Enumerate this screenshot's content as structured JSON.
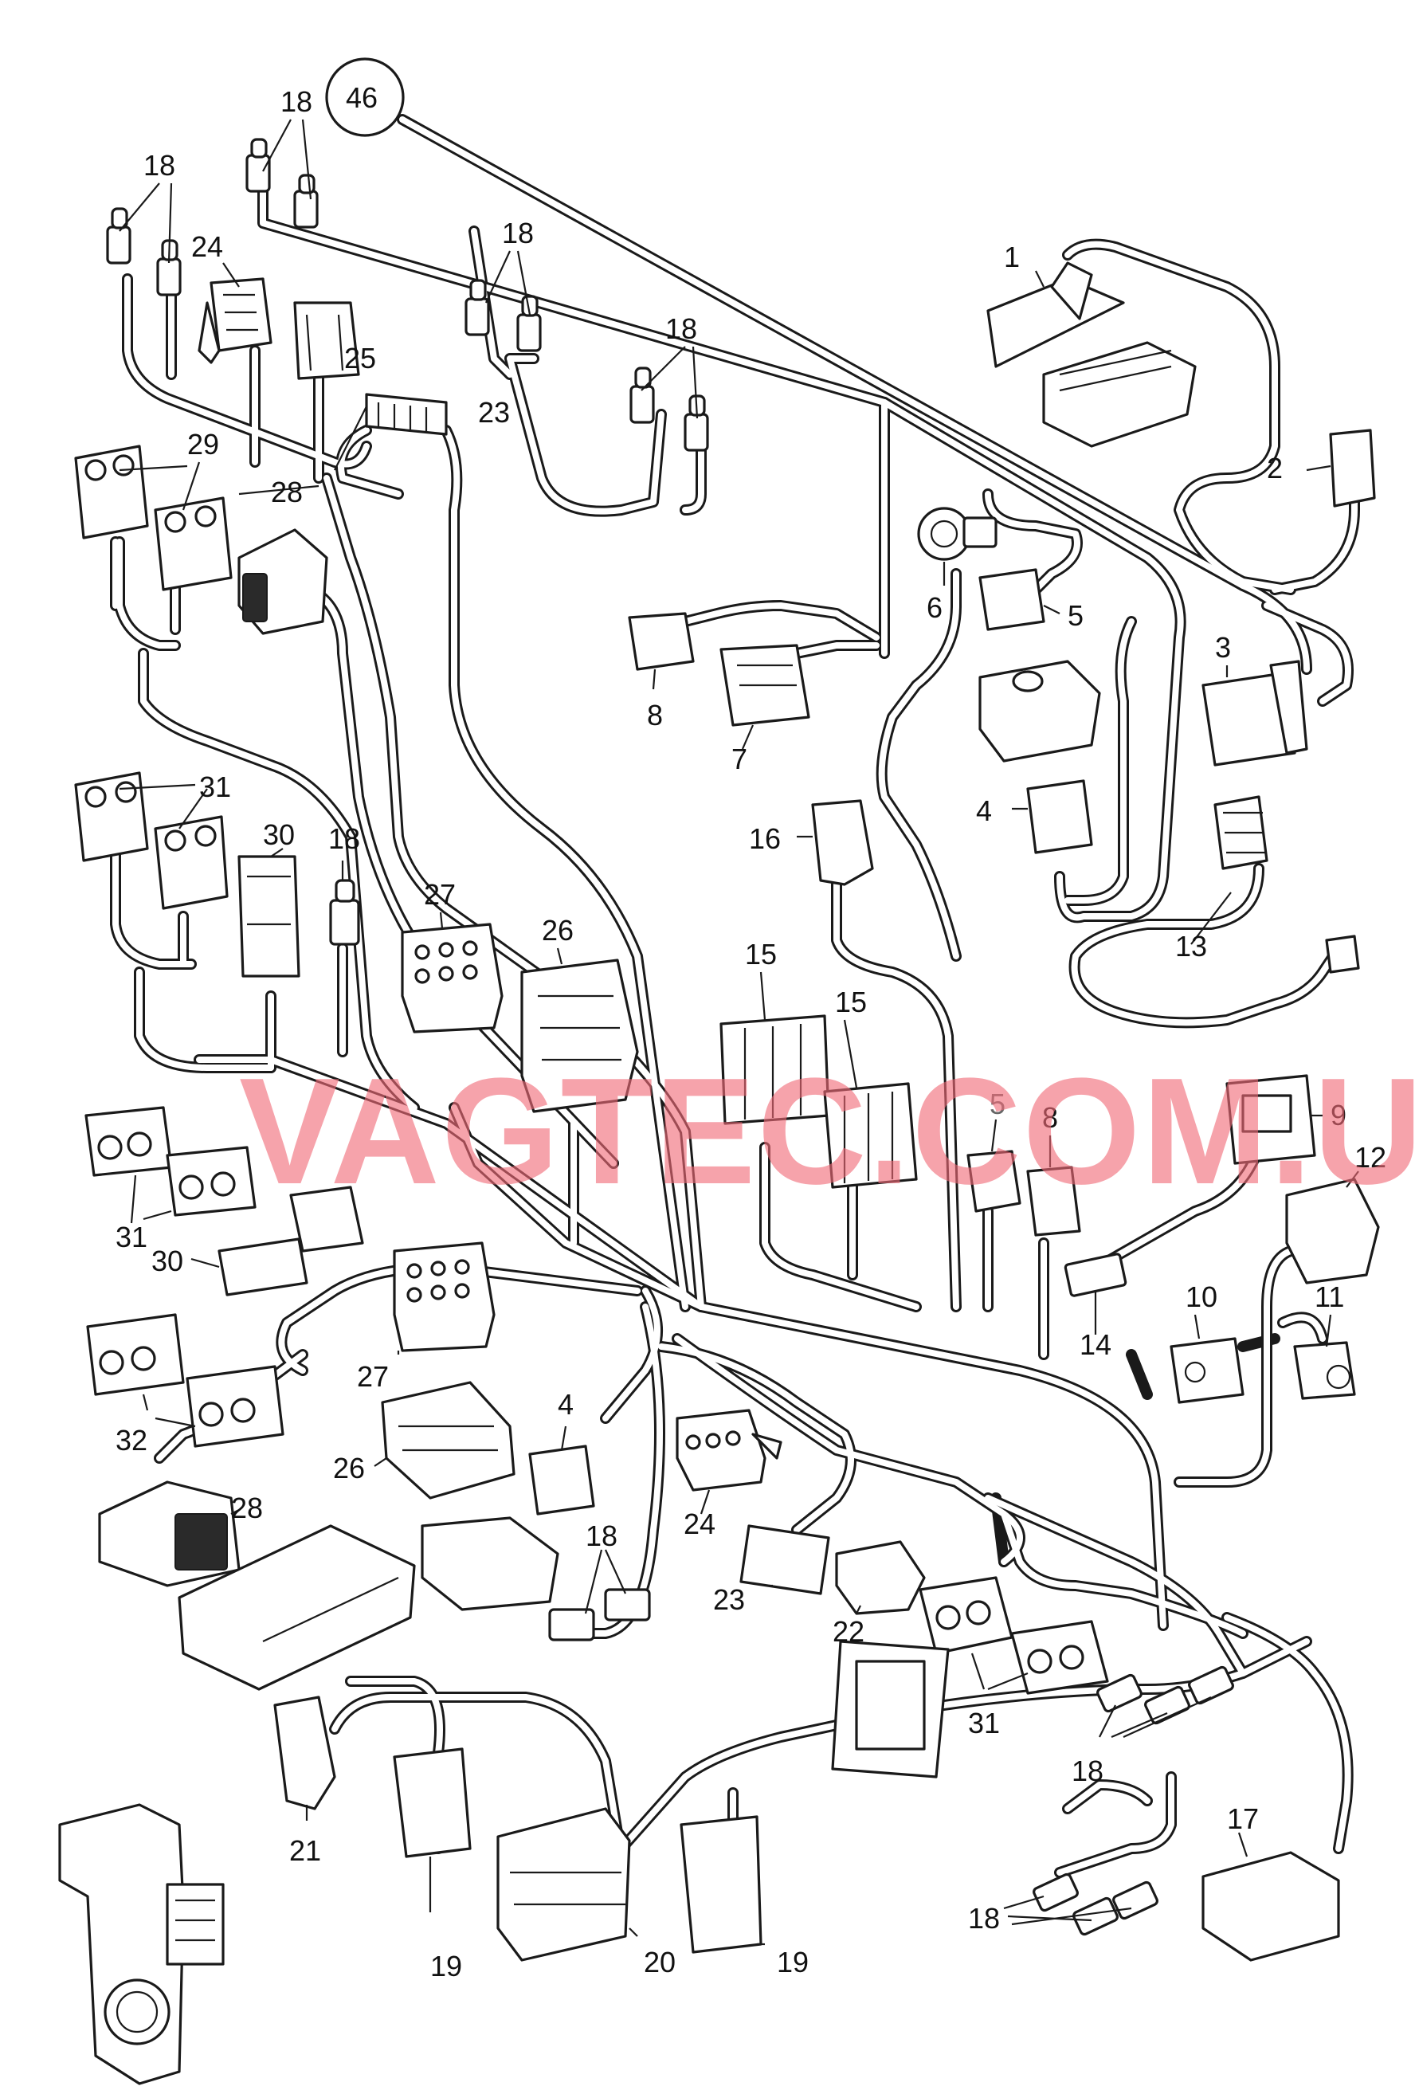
{
  "watermark": "VAGTEC.COM.UA",
  "callouts": {
    "c1": "1",
    "c2": "2",
    "c3": "3",
    "c4a": "4",
    "c4b": "4",
    "c5a": "5",
    "c5b": "5",
    "c6": "6",
    "c7": "7",
    "c8a": "8",
    "c8b": "8",
    "c9": "9",
    "c10": "10",
    "c11": "11",
    "c12": "12",
    "c13": "13",
    "c14": "14",
    "c15a": "15",
    "c15b": "15",
    "c16": "16",
    "c17": "17",
    "c18a": "18",
    "c18b": "18",
    "c18c": "18",
    "c18d": "18",
    "c18e": "18",
    "c18f": "18",
    "c18g": "18",
    "c18h": "18",
    "c19a": "19",
    "c19b": "19",
    "c20": "20",
    "c21": "21",
    "c22": "22",
    "c23a": "23",
    "c23b": "23",
    "c24a": "24",
    "c24b": "24",
    "c25": "25",
    "c26a": "26",
    "c26b": "26",
    "c27a": "27",
    "c27b": "27",
    "c28a": "28",
    "c28b": "28",
    "c29": "29",
    "c30a": "30",
    "c30b": "30",
    "c31a": "31",
    "c31b": "31",
    "c31c": "31",
    "c32": "32",
    "c46": "46"
  },
  "colors": {
    "ink": "#1a1a1a",
    "paper": "#ffffff",
    "watermark": "#f06a78",
    "grey_callout": "#666666"
  }
}
